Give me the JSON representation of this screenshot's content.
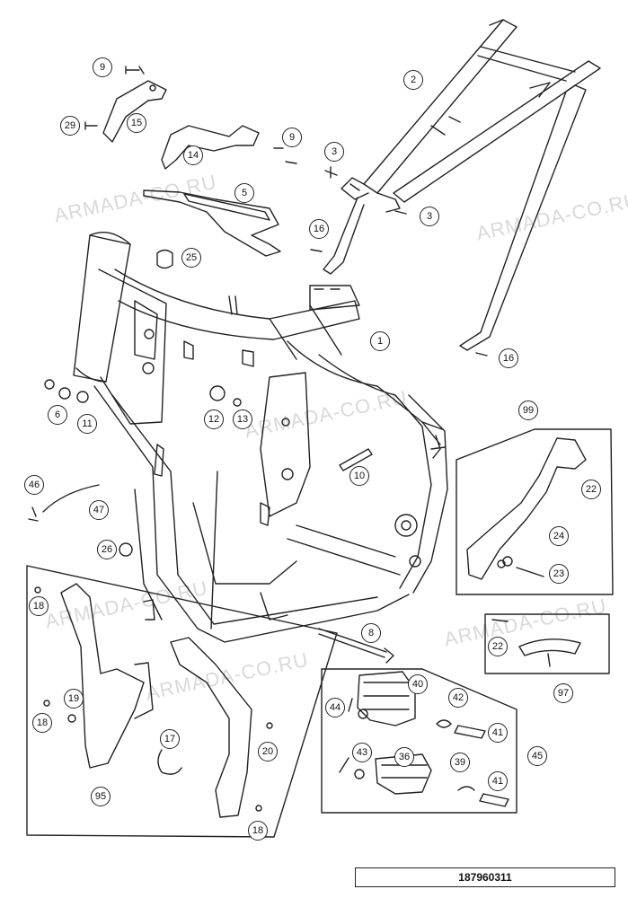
{
  "watermarks": [
    "ARMADA-CO.RU",
    "ARMADA-CO.RU",
    "ARMADA-CO.RU",
    "ARMADA-CO.RU",
    "ARMADA-CO.RU",
    "ARMADA-CO.RU"
  ],
  "diagram_code": "187960311",
  "callouts": {
    "c1": "1",
    "c2": "2",
    "c3a": "3",
    "c3b": "3",
    "c5": "5",
    "c6": "6",
    "c8": "8",
    "c9a": "9",
    "c9b": "9",
    "c10": "10",
    "c11": "11",
    "c12": "12",
    "c13": "13",
    "c14": "14",
    "c15": "15",
    "c16a": "16",
    "c16b": "16",
    "c17": "17",
    "c18a": "18",
    "c18b": "18",
    "c18c": "18",
    "c19": "19",
    "c20": "20",
    "c22a": "22",
    "c22b": "22",
    "c23": "23",
    "c24": "24",
    "c25": "25",
    "c26": "26",
    "c29": "29",
    "c36": "36",
    "c39": "39",
    "c40": "40",
    "c41a": "41",
    "c41b": "41",
    "c42": "42",
    "c43": "43",
    "c44": "44",
    "c45": "45",
    "c46": "46",
    "c47": "47",
    "c95": "95",
    "c97": "97",
    "c99": "99"
  },
  "colors": {
    "line": "#222222",
    "watermark": "#d9d9d9",
    "background": "#ffffff"
  }
}
